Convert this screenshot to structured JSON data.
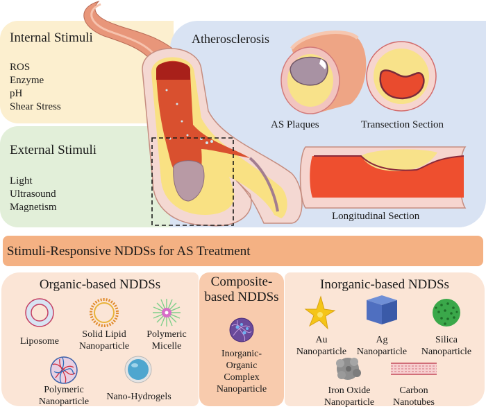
{
  "internal_stimuli": {
    "title": "Internal Stimuli",
    "items": [
      "ROS",
      "Enzyme",
      "pH",
      "Shear Stress"
    ]
  },
  "external_stimuli": {
    "title": "External Stimuli",
    "items": [
      "Light",
      "Ultrasound",
      "Magnetism"
    ]
  },
  "atherosclerosis": {
    "title": "Atherosclerosis",
    "captions": {
      "plaques": "AS Plaques",
      "transection": "Transection Section",
      "longitudinal": "Longitudinal Section"
    }
  },
  "banner": {
    "title": "Stimuli-Responsive NDDSs for AS Treatment"
  },
  "organic": {
    "title": "Organic-based NDDSs",
    "items": [
      {
        "icon": "liposome-icon",
        "line1": "Liposome",
        "line2": ""
      },
      {
        "icon": "solid-lipid-nanoparticle-icon",
        "line1": "Solid Lipid",
        "line2": "Nanoparticle"
      },
      {
        "icon": "polymeric-micelle-icon",
        "line1": "Polymeric",
        "line2": "Micelle"
      },
      {
        "icon": "polymeric-nanoparticle-icon",
        "line1": "Polymeric",
        "line2": "Nanoparticle"
      },
      {
        "icon": "nano-hydrogel-icon",
        "line1": "Nano-Hydrogels",
        "line2": ""
      }
    ]
  },
  "composite": {
    "title_line1": "Composite-",
    "title_line2": "based NDDSs",
    "item": {
      "icon": "complex-nanoparticle-icon",
      "lines": [
        "Inorganic-",
        "Organic",
        "Complex",
        "Nanoparticle"
      ]
    }
  },
  "inorganic": {
    "title": "Inorganic-based NDDSs",
    "items": [
      {
        "icon": "au-nanoparticle-icon",
        "line1": "Au",
        "line2": "Nanoparticle"
      },
      {
        "icon": "ag-nanoparticle-icon",
        "line1": "Ag",
        "line2": "Nanoparticle"
      },
      {
        "icon": "silica-nanoparticle-icon",
        "line1": "Silica",
        "line2": "Nanoparticle"
      },
      {
        "icon": "iron-oxide-nanoparticle-icon",
        "line1": "Iron Oxide",
        "line2": "Nanoparticle"
      },
      {
        "icon": "carbon-nanotube-icon",
        "line1": "Carbon",
        "line2": "Nanotubes"
      }
    ]
  },
  "colors": {
    "internal_bg": "#fcefcf",
    "external_bg": "#e2efd9",
    "athero_bg": "#d9e3f3",
    "banner_bg": "#f4b183",
    "panel_bg": "#fbe5d6",
    "composite_bg": "#f8cbad"
  }
}
